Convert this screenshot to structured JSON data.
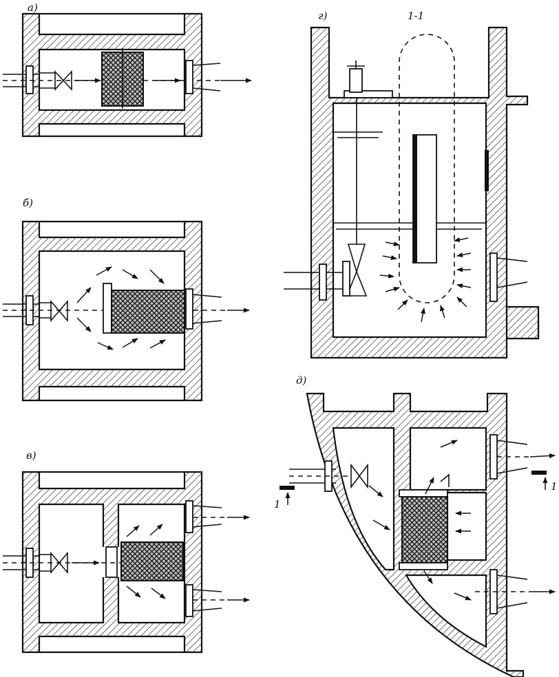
{
  "labels": {
    "a": "а)",
    "b": "б)",
    "v": "в)",
    "g": "г)",
    "section": "1-1",
    "d": "д)",
    "cut_right": "1",
    "cut_left": "1"
  }
}
